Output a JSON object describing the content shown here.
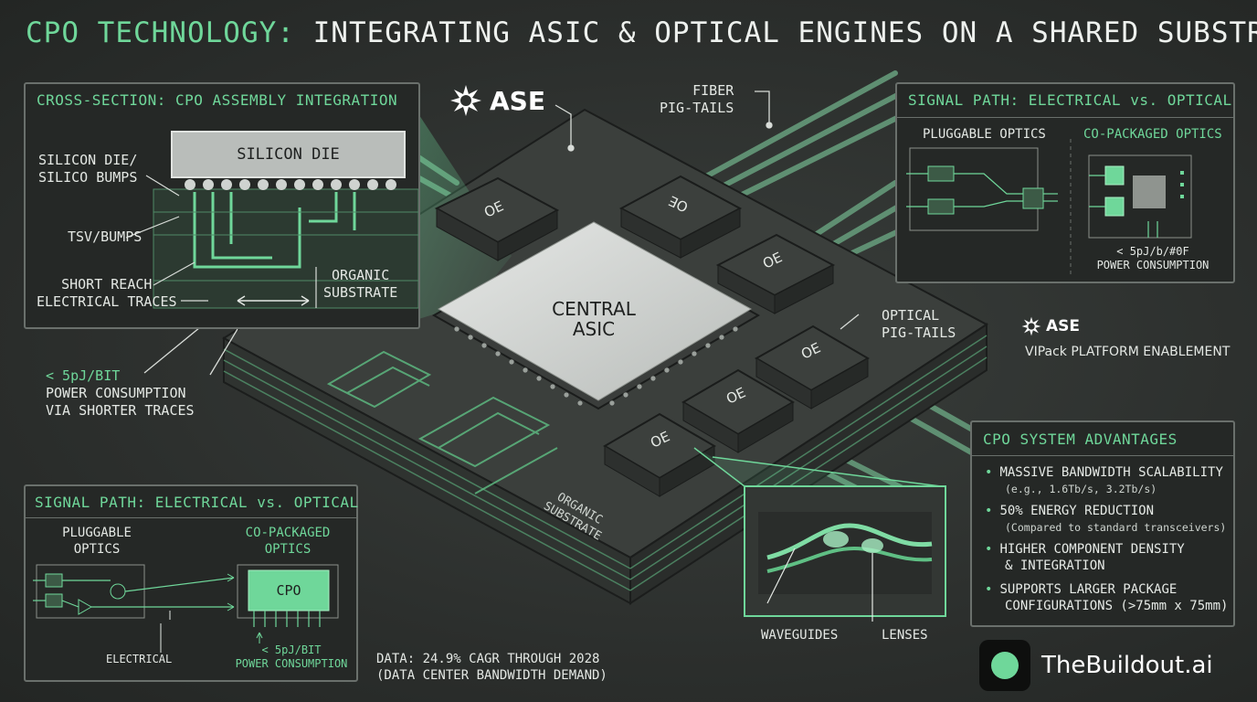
{
  "title": {
    "accent": "CPO TECHNOLOGY:",
    "rest": "INTEGRATING ASIC & OPTICAL ENGINES ON A SHARED SUBSTRATE"
  },
  "colors": {
    "accent": "#6fd79a",
    "background": "#2d302e",
    "panel_border": "#6a706c"
  },
  "cross_section": {
    "title": "CROSS-SECTION: CPO ASSEMBLY INTEGRATION",
    "die_label": "SILICON DIE",
    "labels": {
      "die_bumps": "SILICON DIE/\nSILICO BUMPS",
      "tsv": "TSV/BUMPS",
      "traces": "SHORT REACH\nELECTRICAL TRACES",
      "substrate": "ORGANIC\nSUBSTRATE"
    }
  },
  "power_callout": {
    "line1": "< 5pJ/BIT",
    "line2": "POWER CONSUMPTION",
    "line3": "VIA SHORTER TRACES"
  },
  "brand_logo": {
    "name": "ASE",
    "icon": "ase-burst-icon"
  },
  "fiber_label": "FIBER\nPIG-TAILS",
  "optical_label": "OPTICAL\nPIG-TAILS",
  "asic_label": "CENTRAL\nASIC",
  "oe_label": "OE",
  "substrate_label": "ORGANIC\nSUBSTRATE",
  "signal_path_top": {
    "title": "SIGNAL PATH: ELECTRICAL vs. OPTICAL",
    "left": "PLUGGABLE OPTICS",
    "right": "CO-PACKAGED OPTICS",
    "power": "< 5pJ/b/#0F\nPOWER CONSUMPTION"
  },
  "vipack": {
    "brand": "ASE",
    "text": "VIPack PLATFORM ENABLEMENT"
  },
  "advantages": {
    "title": "CPO SYSTEM ADVANTAGES",
    "items": [
      {
        "main": "MASSIVE BANDWIDTH SCALABILITY",
        "sub": "(e.g., 1.6Tb/s, 3.2Tb/s)"
      },
      {
        "main": "50% ENERGY REDUCTION",
        "sub": "(Compared to standard transceivers)"
      },
      {
        "main": "HIGHER COMPONENT DENSITY",
        "sub": "& INTEGRATION"
      },
      {
        "main": "SUPPORTS LARGER PACKAGE",
        "sub": "CONFIGURATIONS (>75mm x 75mm)"
      }
    ]
  },
  "signal_path_bottom": {
    "title": "SIGNAL PATH: ELECTRICAL vs. OPTICAL",
    "left": "PLUGGABLE\nOPTICS",
    "right": "CO-PACKAGED\nOPTICS",
    "chip": "CPO",
    "electrical": "ELECTRICAL",
    "power": "< 5pJ/BIT\nPOWER CONSUMPTION"
  },
  "data_note": {
    "line1": "DATA: 24.9% CAGR THROUGH 2028",
    "line2": "(DATA CENTER BANDWIDTH DEMAND)"
  },
  "zoom_labels": {
    "waveguides": "WAVEGUIDES",
    "lenses": "LENSES"
  },
  "watermark": "TheBuildout.ai"
}
